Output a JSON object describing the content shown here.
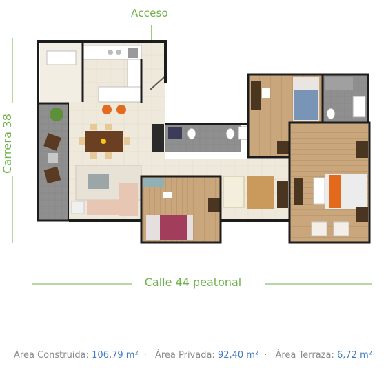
{
  "labels": {
    "entrance": "Acceso",
    "side_street": "Carrera 38",
    "front_street": "Calle 44 peatonal"
  },
  "areas": [
    {
      "label": "Área Construida:",
      "value": "106,79 m²"
    },
    {
      "label": "Área Privada:",
      "value": "92,40 m²"
    },
    {
      "label": "Área Terraza:",
      "value": "6,72 m²"
    }
  ],
  "colors": {
    "accent_green": "#6fb24a",
    "value_blue": "#3e7bbf",
    "wall": "#1c1c1c",
    "wood_floor": "#c5a27a",
    "tile_floor": "#efe9dc",
    "terrace": "#9a9a9a"
  }
}
